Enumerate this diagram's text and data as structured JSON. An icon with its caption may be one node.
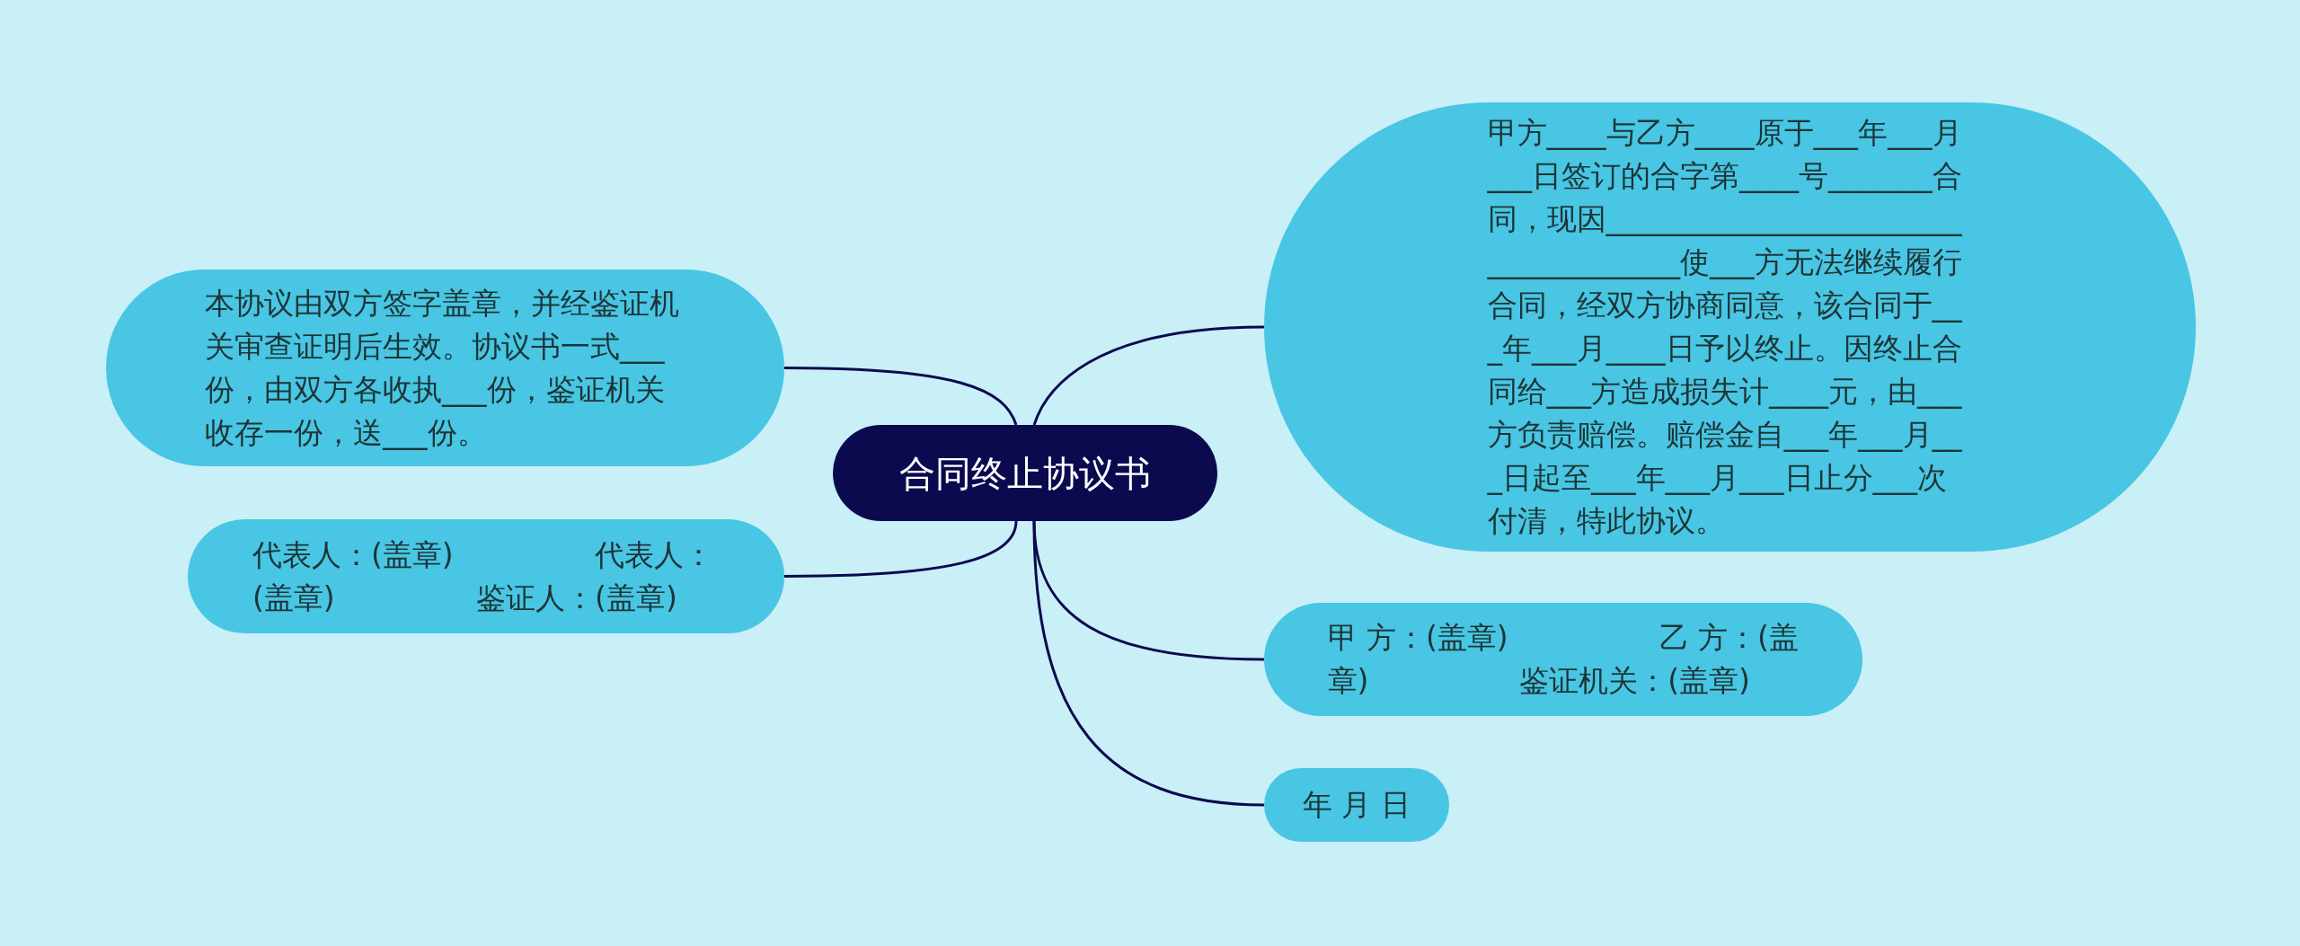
{
  "diagram": {
    "nodes": [
      {
        "text": [
          "合同终止协议书"
        ]
      },
      {
        "text": [
          "甲方____与乙方____原于___年___月___日签订的合字第____号_______合同，现因_____________________________________使___方无法继续履行合同，经双方协商同意，该合同于___年___月____日予以终止。因终止合同给___方造成损失计____元，由___方负责赔偿。赔偿金自___年___月___日起至___年___月___日止分___次付清，特此协议。"
        ]
      },
      {
        "text": [
          "甲 方：(盖章)                乙 方：(盖章)                鉴证机关：(盖章)"
        ]
      },
      {
        "text": [
          "年 月 日"
        ]
      },
      {
        "text": [
          "本协议由双方签字盖章，并经鉴证机关审查证明后生效。协议书一式___份，由双方各收执___份，鉴证机关收存一份，送___份。"
        ]
      },
      {
        "text": [
          "代表人：(盖章)               代表人：(盖章)               鉴证人：(盖章)"
        ]
      }
    ],
    "edges": [
      {
        "from": 0,
        "to": 1,
        "arrow": "none"
      },
      {
        "from": 0,
        "to": 2,
        "arrow": "none"
      },
      {
        "from": 0,
        "to": 3,
        "arrow": "none"
      },
      {
        "from": 0,
        "to": 4,
        "arrow": "none"
      },
      {
        "from": 0,
        "to": 5,
        "arrow": "none"
      }
    ]
  }
}
